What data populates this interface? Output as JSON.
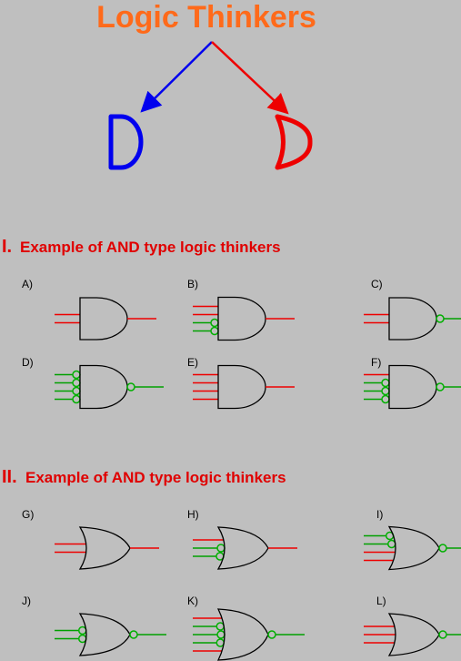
{
  "title": "Logic Thinkers",
  "colors": {
    "background": "#bfbfbf",
    "title": "#ff6a1a",
    "heading": "#e00000",
    "and_symbol": "#0000ee",
    "or_symbol": "#ee0000",
    "input_line": "#ee0000",
    "negated_line": "#00a000",
    "bubble": "#00b000",
    "gate": "#000000"
  },
  "top_symbols": [
    {
      "name": "and-symbol",
      "type": "and",
      "color_key": "and_symbol"
    },
    {
      "name": "or-symbol",
      "type": "or",
      "color_key": "or_symbol"
    }
  ],
  "sections": [
    {
      "numeral": "I.",
      "heading": "Example of AND type logic thinkers",
      "gates": [
        {
          "label": "A)",
          "type": "and",
          "inputs": [
            false,
            false
          ],
          "output_negated": false
        },
        {
          "label": "B)",
          "type": "and",
          "inputs": [
            false,
            false,
            true,
            true
          ],
          "output_negated": false
        },
        {
          "label": "C)",
          "type": "and",
          "inputs": [
            false,
            false
          ],
          "output_negated": true
        },
        {
          "label": "D)",
          "type": "and",
          "inputs": [
            true,
            true,
            true,
            true
          ],
          "output_negated": true
        },
        {
          "label": "E)",
          "type": "and",
          "inputs": [
            false,
            false,
            false,
            false
          ],
          "output_negated": false
        },
        {
          "label": "F)",
          "type": "and",
          "inputs": [
            false,
            true,
            true,
            true
          ],
          "output_negated": true
        }
      ]
    },
    {
      "numeral": "II.",
      "heading": "Example of AND type logic thinkers",
      "gates": [
        {
          "label": "G)",
          "type": "or",
          "inputs": [
            false,
            false
          ],
          "output_negated": false
        },
        {
          "label": "H)",
          "type": "or",
          "inputs": [
            false,
            true,
            true
          ],
          "output_negated": false
        },
        {
          "label": "I)",
          "type": "or",
          "inputs": [
            true,
            true,
            false,
            false
          ],
          "output_negated": true
        },
        {
          "label": "J)",
          "type": "or",
          "inputs": [
            true,
            true
          ],
          "output_negated": true
        },
        {
          "label": "K)",
          "type": "or",
          "inputs": [
            false,
            true,
            true,
            true,
            false
          ],
          "output_negated": true
        },
        {
          "label": "L)",
          "type": "or",
          "inputs": [
            false,
            false,
            false
          ],
          "output_negated": true
        }
      ]
    }
  ]
}
